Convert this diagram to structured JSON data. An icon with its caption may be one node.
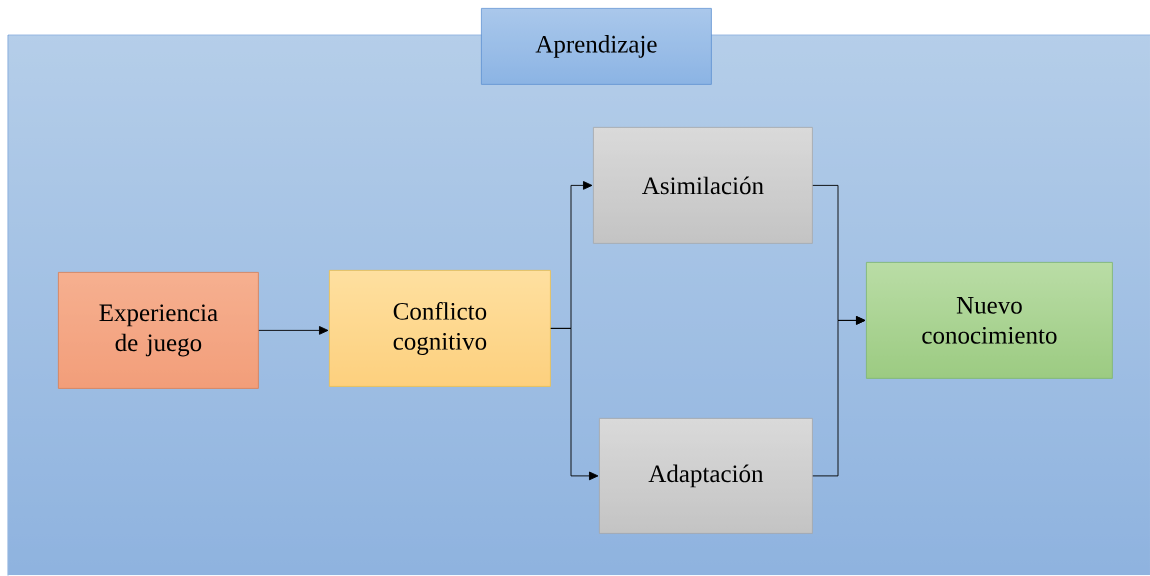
{
  "diagram": {
    "nodes": [
      {
        "text": [
          "Aprendizaje"
        ]
      },
      {
        "text": [
          "Experiencia de juego"
        ],
        "in": 0
      },
      {
        "text": [
          "Conflicto cognitivo"
        ],
        "in": 0
      },
      {
        "text": [
          "Asimilación"
        ],
        "in": 0
      },
      {
        "text": [
          "Adaptación"
        ],
        "in": 0
      },
      {
        "text": [
          "Nuevo conocimiento"
        ],
        "in": 0
      }
    ],
    "edges": [
      {
        "from": 1,
        "to": 2,
        "arrow": "to"
      },
      {
        "from": 2,
        "to": 3,
        "arrow": "to"
      },
      {
        "from": 2,
        "to": 4,
        "arrow": "to"
      },
      {
        "from": 3,
        "to": 5,
        "arrow": "to"
      },
      {
        "from": 4,
        "to": 5,
        "arrow": "to"
      }
    ]
  }
}
